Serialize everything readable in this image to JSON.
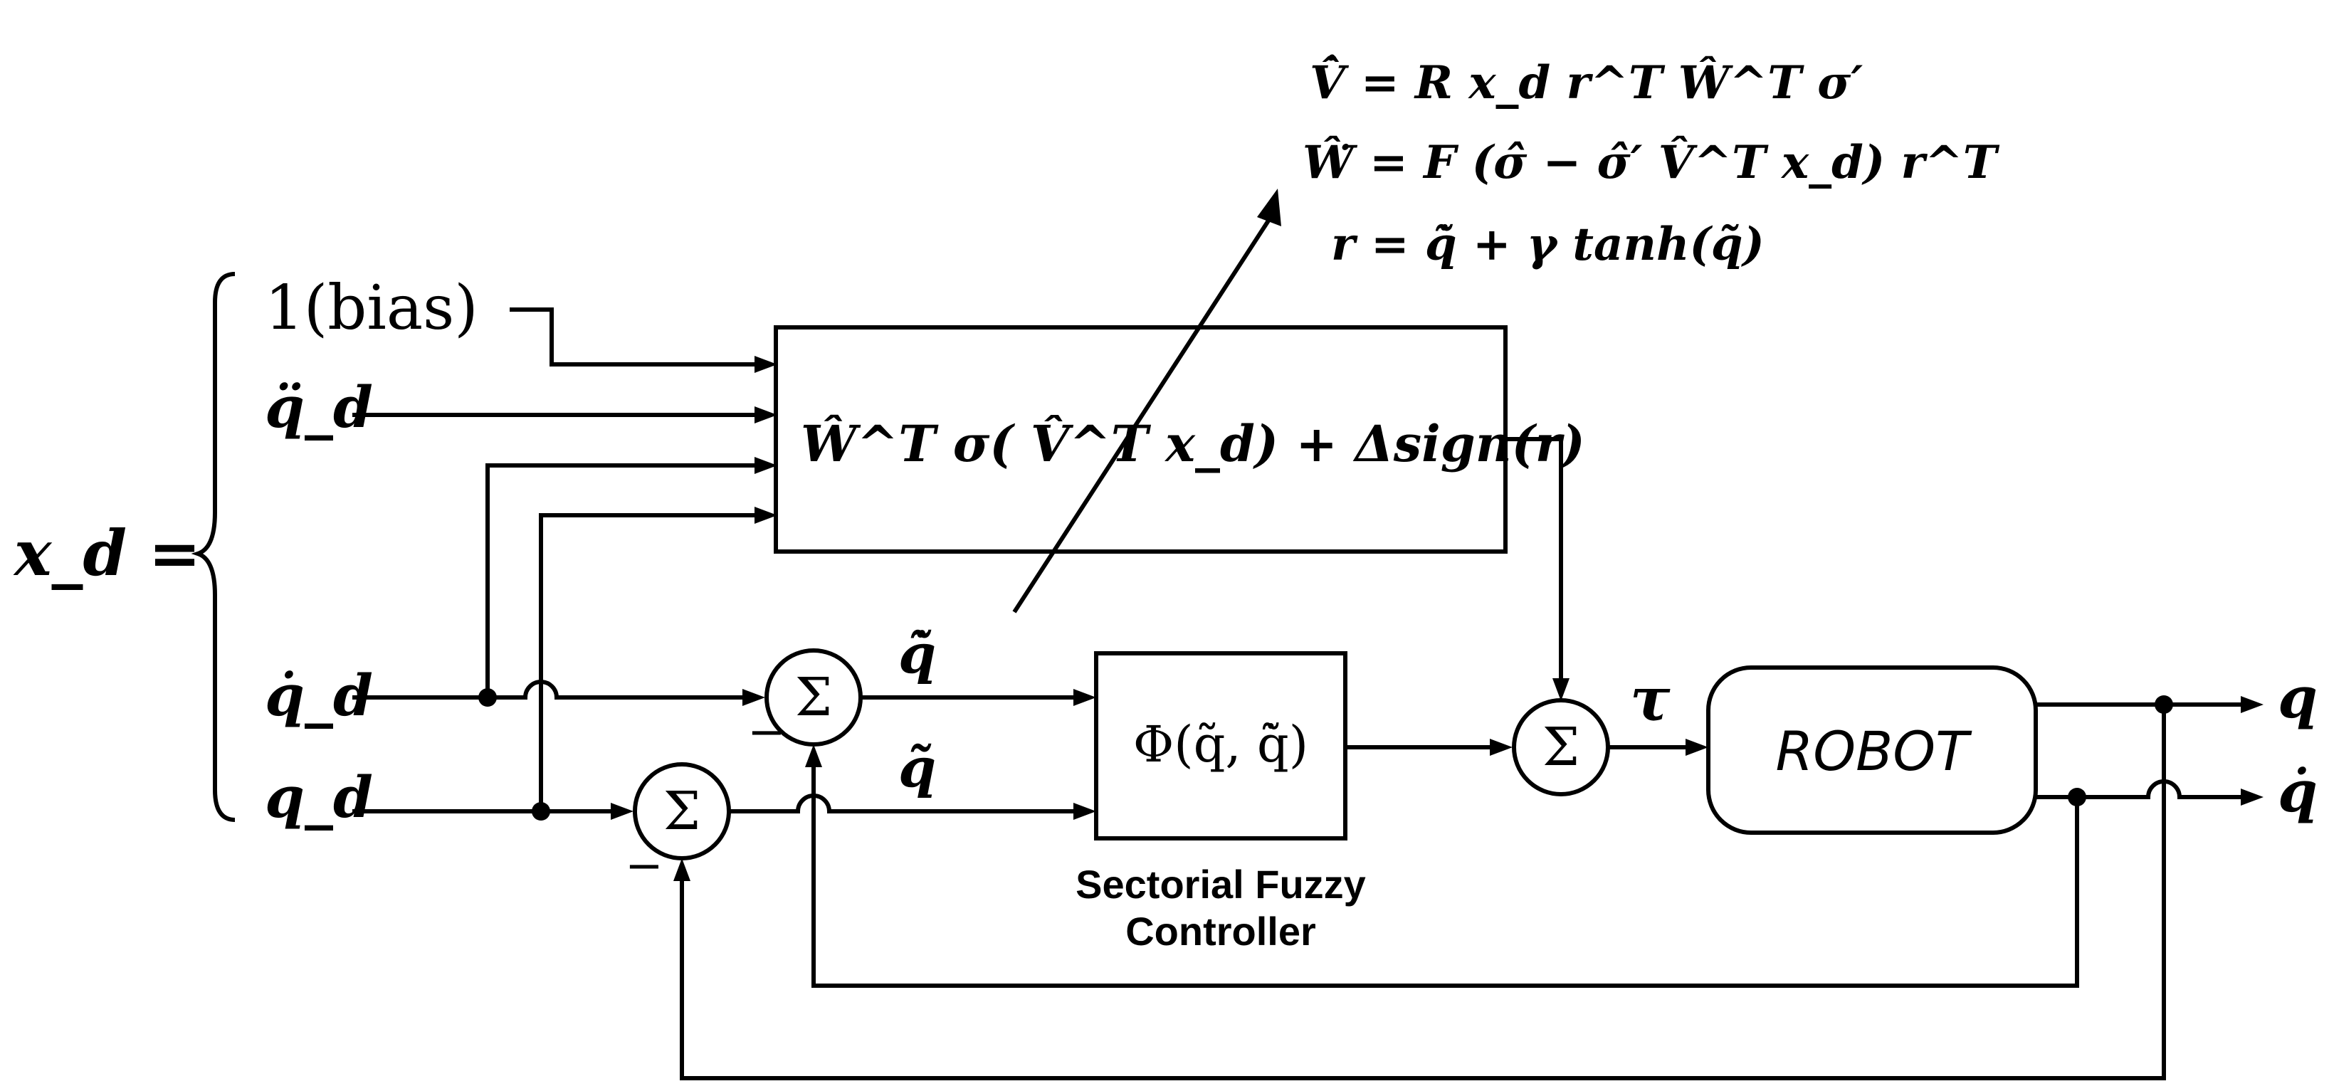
{
  "equations": {
    "v_update": "V̂̇ = R x_d r^T Ŵ^T σ′",
    "w_update": "Ŵ̇ = F (σ̂ − σ̂′ V̂^T x_d) r^T",
    "r_def": "r = q̃̇ + γ tanh(q̃)"
  },
  "inputs": {
    "xd_label": "x_d =",
    "bias": "1(bias)",
    "qdd": "q̈_d",
    "qd_dot": "q̇_d",
    "qd": "q_d"
  },
  "nn_block": {
    "expression": "Ŵ^T σ( V̂^T x_d) + Δsign(r)"
  },
  "fuzzy": {
    "block": "Φ(q̃, q̃̇)",
    "caption_line1": "Sectorial Fuzzy",
    "caption_line2": "Controller"
  },
  "summer_symbol": "Σ",
  "minus_sign": "−",
  "signals": {
    "e_dot": "q̃̇",
    "e": "q̃",
    "tau": "τ",
    "q_out": "q",
    "qdot_out": "q̇"
  },
  "robot": {
    "label": "ROBOT"
  }
}
